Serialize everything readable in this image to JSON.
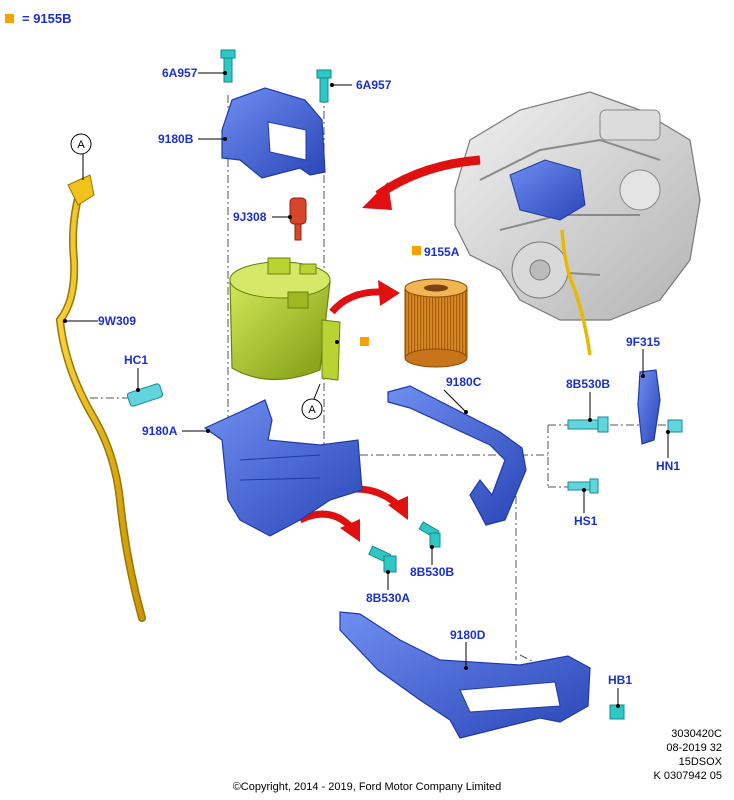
{
  "legend": {
    "marker_color": "#f5a200",
    "text": "= 9155B"
  },
  "callouts": {
    "c6A957_left": "6A957",
    "c6A957_right": "6A957",
    "c9180B": "9180B",
    "c9J308": "9J308",
    "c9155A": "9155A",
    "c9W309": "9W309",
    "cHC1": "HC1",
    "c9180A": "9180A",
    "c9180C": "9180C",
    "c8B530B_top": "8B530B",
    "c9F315": "9F315",
    "cHN1": "HN1",
    "cHS1": "HS1",
    "c8B530B_bottom": "8B530B",
    "c8B530A": "8B530A",
    "c9180D": "9180D",
    "cHB1": "HB1",
    "circleA_top": "A",
    "circleA_mid": "A"
  },
  "stamp": {
    "line1": "3030420C",
    "line2": "08-2019 32",
    "line3": "15DSOX",
    "line4": "K 0307942 05"
  },
  "copyright": "©Copyright, 2014 - 2019, Ford Motor Company Limited",
  "colors": {
    "callout_blue": "#1a2fd0",
    "bracket_blue": "#3b5fd6",
    "filter_green": "#a6c51e",
    "element_orange": "#d98a1c",
    "dipstick_yellow": "#e9b800",
    "arrow_red": "#e01010",
    "fastener_cyan": "#2fc6c6",
    "sensor_red": "#d8462a"
  }
}
